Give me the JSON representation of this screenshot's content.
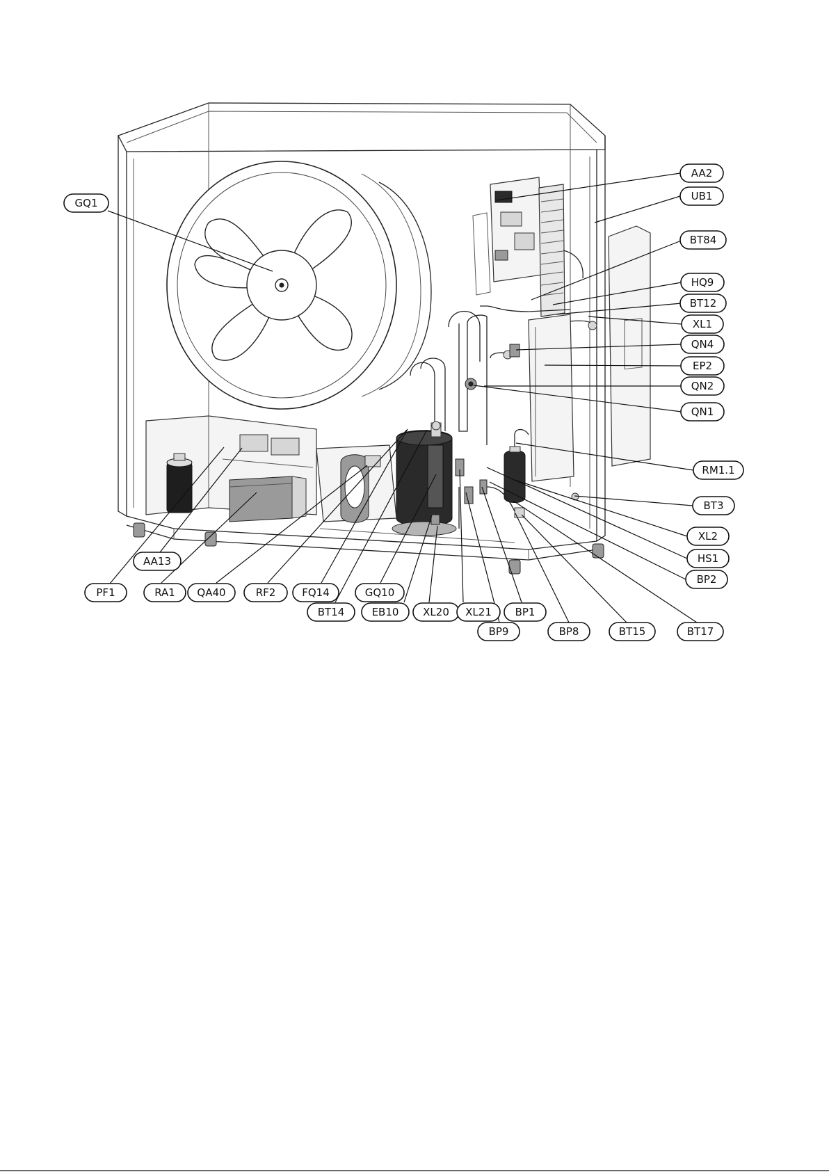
{
  "labels": [
    {
      "id": "AA2",
      "text": "AA2",
      "side": "right"
    },
    {
      "id": "UB1",
      "text": "UB1",
      "side": "right"
    },
    {
      "id": "BT84",
      "text": "BT84",
      "side": "right"
    },
    {
      "id": "HQ9",
      "text": "HQ9",
      "side": "right"
    },
    {
      "id": "BT12",
      "text": "BT12",
      "side": "right"
    },
    {
      "id": "XL1",
      "text": "XL1",
      "side": "right"
    },
    {
      "id": "QN4",
      "text": "QN4",
      "side": "right"
    },
    {
      "id": "EP2",
      "text": "EP2",
      "side": "right"
    },
    {
      "id": "QN2",
      "text": "QN2",
      "side": "right"
    },
    {
      "id": "QN1",
      "text": "QN1",
      "side": "right"
    },
    {
      "id": "RM1.1",
      "text": "RM1.1",
      "side": "right"
    },
    {
      "id": "BT3",
      "text": "BT3",
      "side": "right"
    },
    {
      "id": "XL2",
      "text": "XL2",
      "side": "right"
    },
    {
      "id": "HS1",
      "text": "HS1",
      "side": "right"
    },
    {
      "id": "BP2",
      "text": "BP2",
      "side": "right"
    },
    {
      "id": "GQ1",
      "text": "GQ1",
      "side": "left"
    },
    {
      "id": "AA13",
      "text": "AA13",
      "side": "bottom"
    },
    {
      "id": "PF1",
      "text": "PF1",
      "side": "bottom"
    },
    {
      "id": "RA1",
      "text": "RA1",
      "side": "bottom"
    },
    {
      "id": "QA40",
      "text": "QA40",
      "side": "bottom"
    },
    {
      "id": "RF2",
      "text": "RF2",
      "side": "bottom"
    },
    {
      "id": "FQ14",
      "text": "FQ14",
      "side": "bottom"
    },
    {
      "id": "GQ10",
      "text": "GQ10",
      "side": "bottom"
    },
    {
      "id": "BT14",
      "text": "BT14",
      "side": "bottom"
    },
    {
      "id": "EB10",
      "text": "EB10",
      "side": "bottom"
    },
    {
      "id": "XL20",
      "text": "XL20",
      "side": "bottom"
    },
    {
      "id": "XL21",
      "text": "XL21",
      "side": "bottom"
    },
    {
      "id": "BP1",
      "text": "BP1",
      "side": "bottom"
    },
    {
      "id": "BP9",
      "text": "BP9",
      "side": "bottom"
    },
    {
      "id": "BP8",
      "text": "BP8",
      "side": "bottom"
    },
    {
      "id": "BT15",
      "text": "BT15",
      "side": "bottom"
    },
    {
      "id": "BT17",
      "text": "BT17",
      "side": "bottom"
    }
  ]
}
